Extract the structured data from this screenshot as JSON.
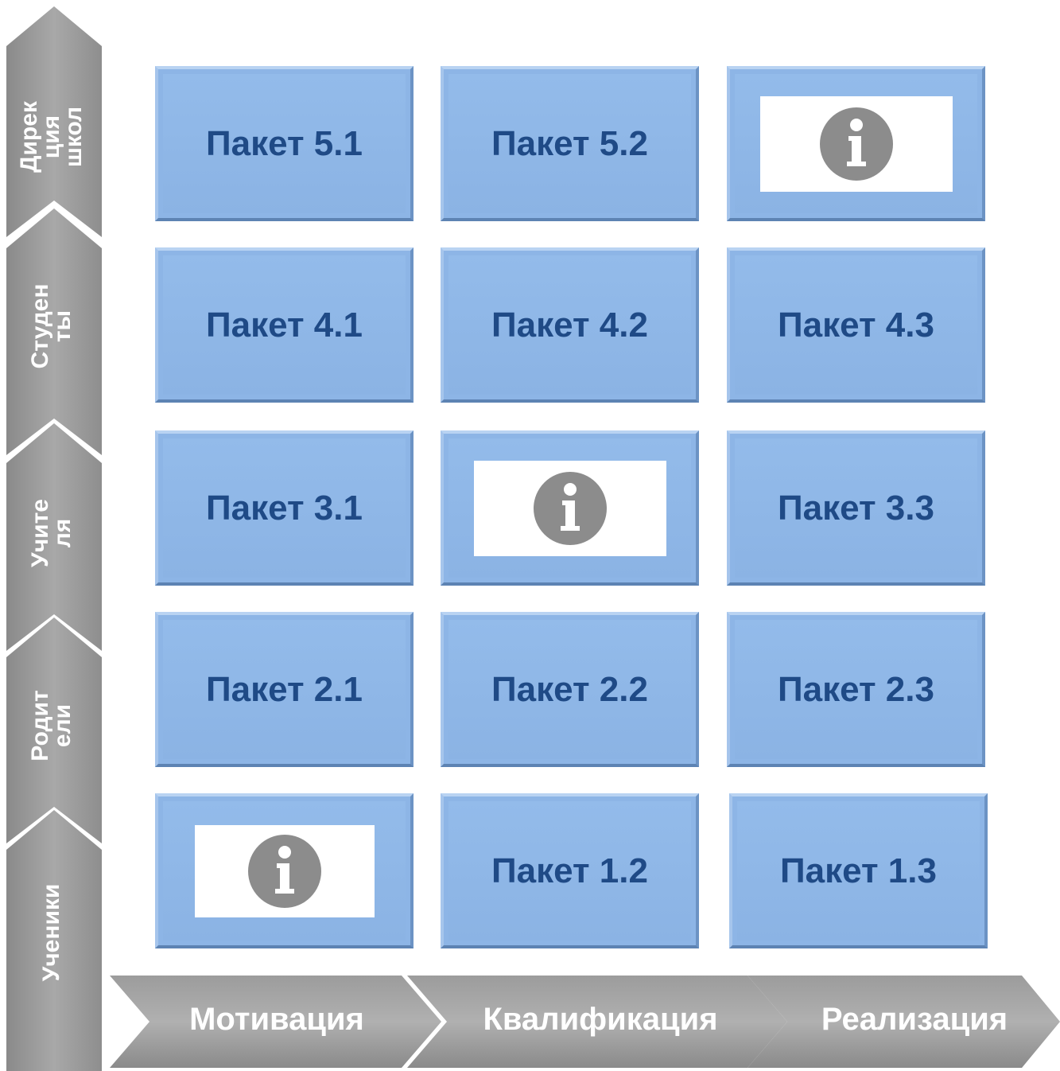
{
  "row_labels": [
    {
      "line1": "Дирек",
      "line2": "ция",
      "line3": "школ"
    },
    {
      "line1": "Студен",
      "line2": "ты"
    },
    {
      "line1": "Учите",
      "line2": "ля"
    },
    {
      "line1": "Родит",
      "line2": "ели"
    },
    {
      "line1": "Ученики"
    }
  ],
  "column_labels": [
    "Мотивация",
    "Квалификация",
    "Реализация"
  ],
  "grid": [
    [
      "Пакет 5.1",
      "Пакет 5.2",
      ""
    ],
    [
      "Пакет 4.1",
      "Пакет 4.2",
      "Пакет 4.3"
    ],
    [
      "Пакет 3.1",
      "",
      "Пакет 3.3"
    ],
    [
      "Пакет 2.1",
      "Пакет 2.2",
      "Пакет 2.3"
    ],
    [
      "",
      "Пакет 1.2",
      "Пакет 1.3"
    ]
  ],
  "info_cells": [
    "row0-col2",
    "row2-col1",
    "row4-col0"
  ],
  "icons": {
    "info": "info-icon"
  },
  "colors": {
    "tile_fill": "#8db5e6",
    "tile_text": "#1f4a86",
    "arrow_fill": "#9a9a9a",
    "info_icon": "#8c8c8c"
  }
}
